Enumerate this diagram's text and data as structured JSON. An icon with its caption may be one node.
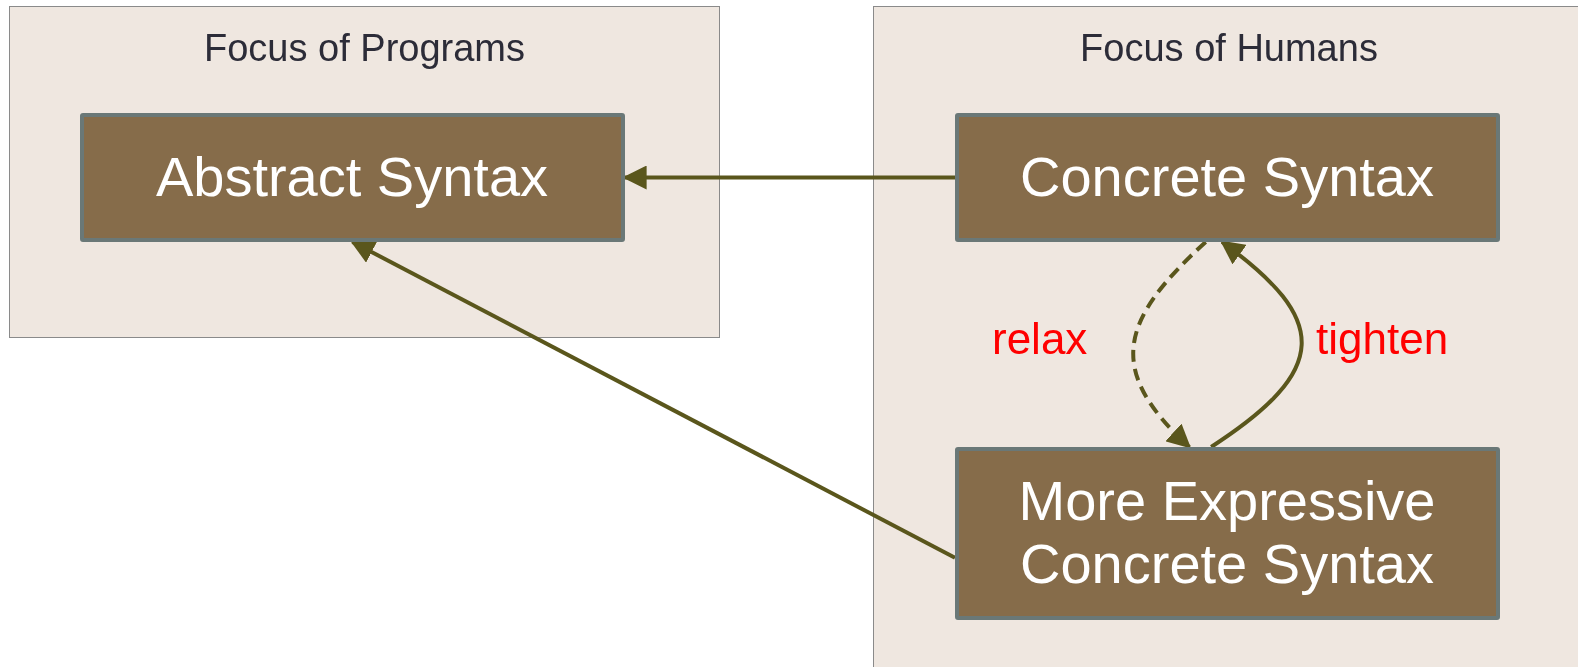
{
  "diagram": {
    "nodes": [
      {
        "text": [
          "Focus of Programs"
        ]
      },
      {
        "text": [
          "Abstract Syntax"
        ],
        "in": 0
      },
      {
        "text": [
          "Focus of Humans"
        ]
      },
      {
        "text": [
          "Concrete Syntax"
        ],
        "in": 2
      },
      {
        "text": [
          "More Expressive Concrete Syntax"
        ],
        "in": 2
      }
    ],
    "edges": [
      {
        "from": 3,
        "to": 1,
        "arrow": "to"
      },
      {
        "from": 4,
        "to": 1,
        "arrow": "to"
      },
      {
        "from": 3,
        "to": 4,
        "arrow": "to",
        "label": "relax",
        "style": "dashed"
      },
      {
        "from": 4,
        "to": 3,
        "arrow": "to",
        "label": "tighten"
      }
    ]
  }
}
